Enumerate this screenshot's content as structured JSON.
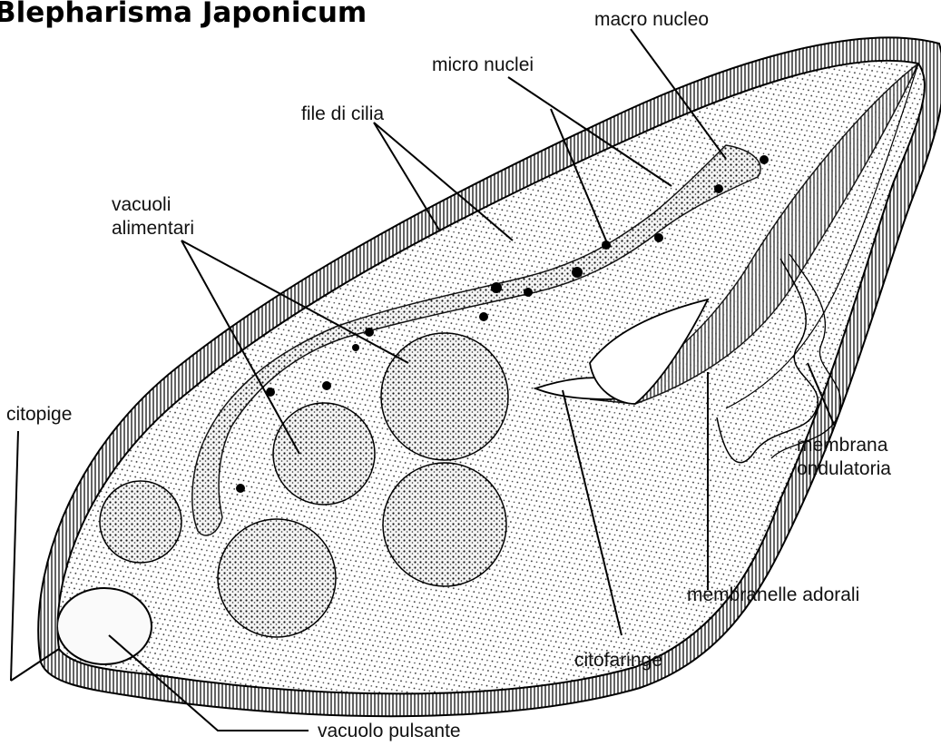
{
  "diagram": {
    "title": "Blepharisma Japonicum",
    "labels": {
      "macro_nucleo": "macro nucleo",
      "micro_nuclei": "micro nuclei",
      "file_di_cilia": "file di cilia",
      "vacuoli_line1": "vacuoli",
      "vacuoli_line2": "alimentari",
      "citopige": "citopige",
      "membrana_line1": "membrana",
      "membrana_line2": "ondulatoria",
      "membranelle_adorali": "membranelle adorali",
      "citofaringe": "citofaringe",
      "vacuolo_pulsante": "vacuolo pulsante"
    }
  }
}
